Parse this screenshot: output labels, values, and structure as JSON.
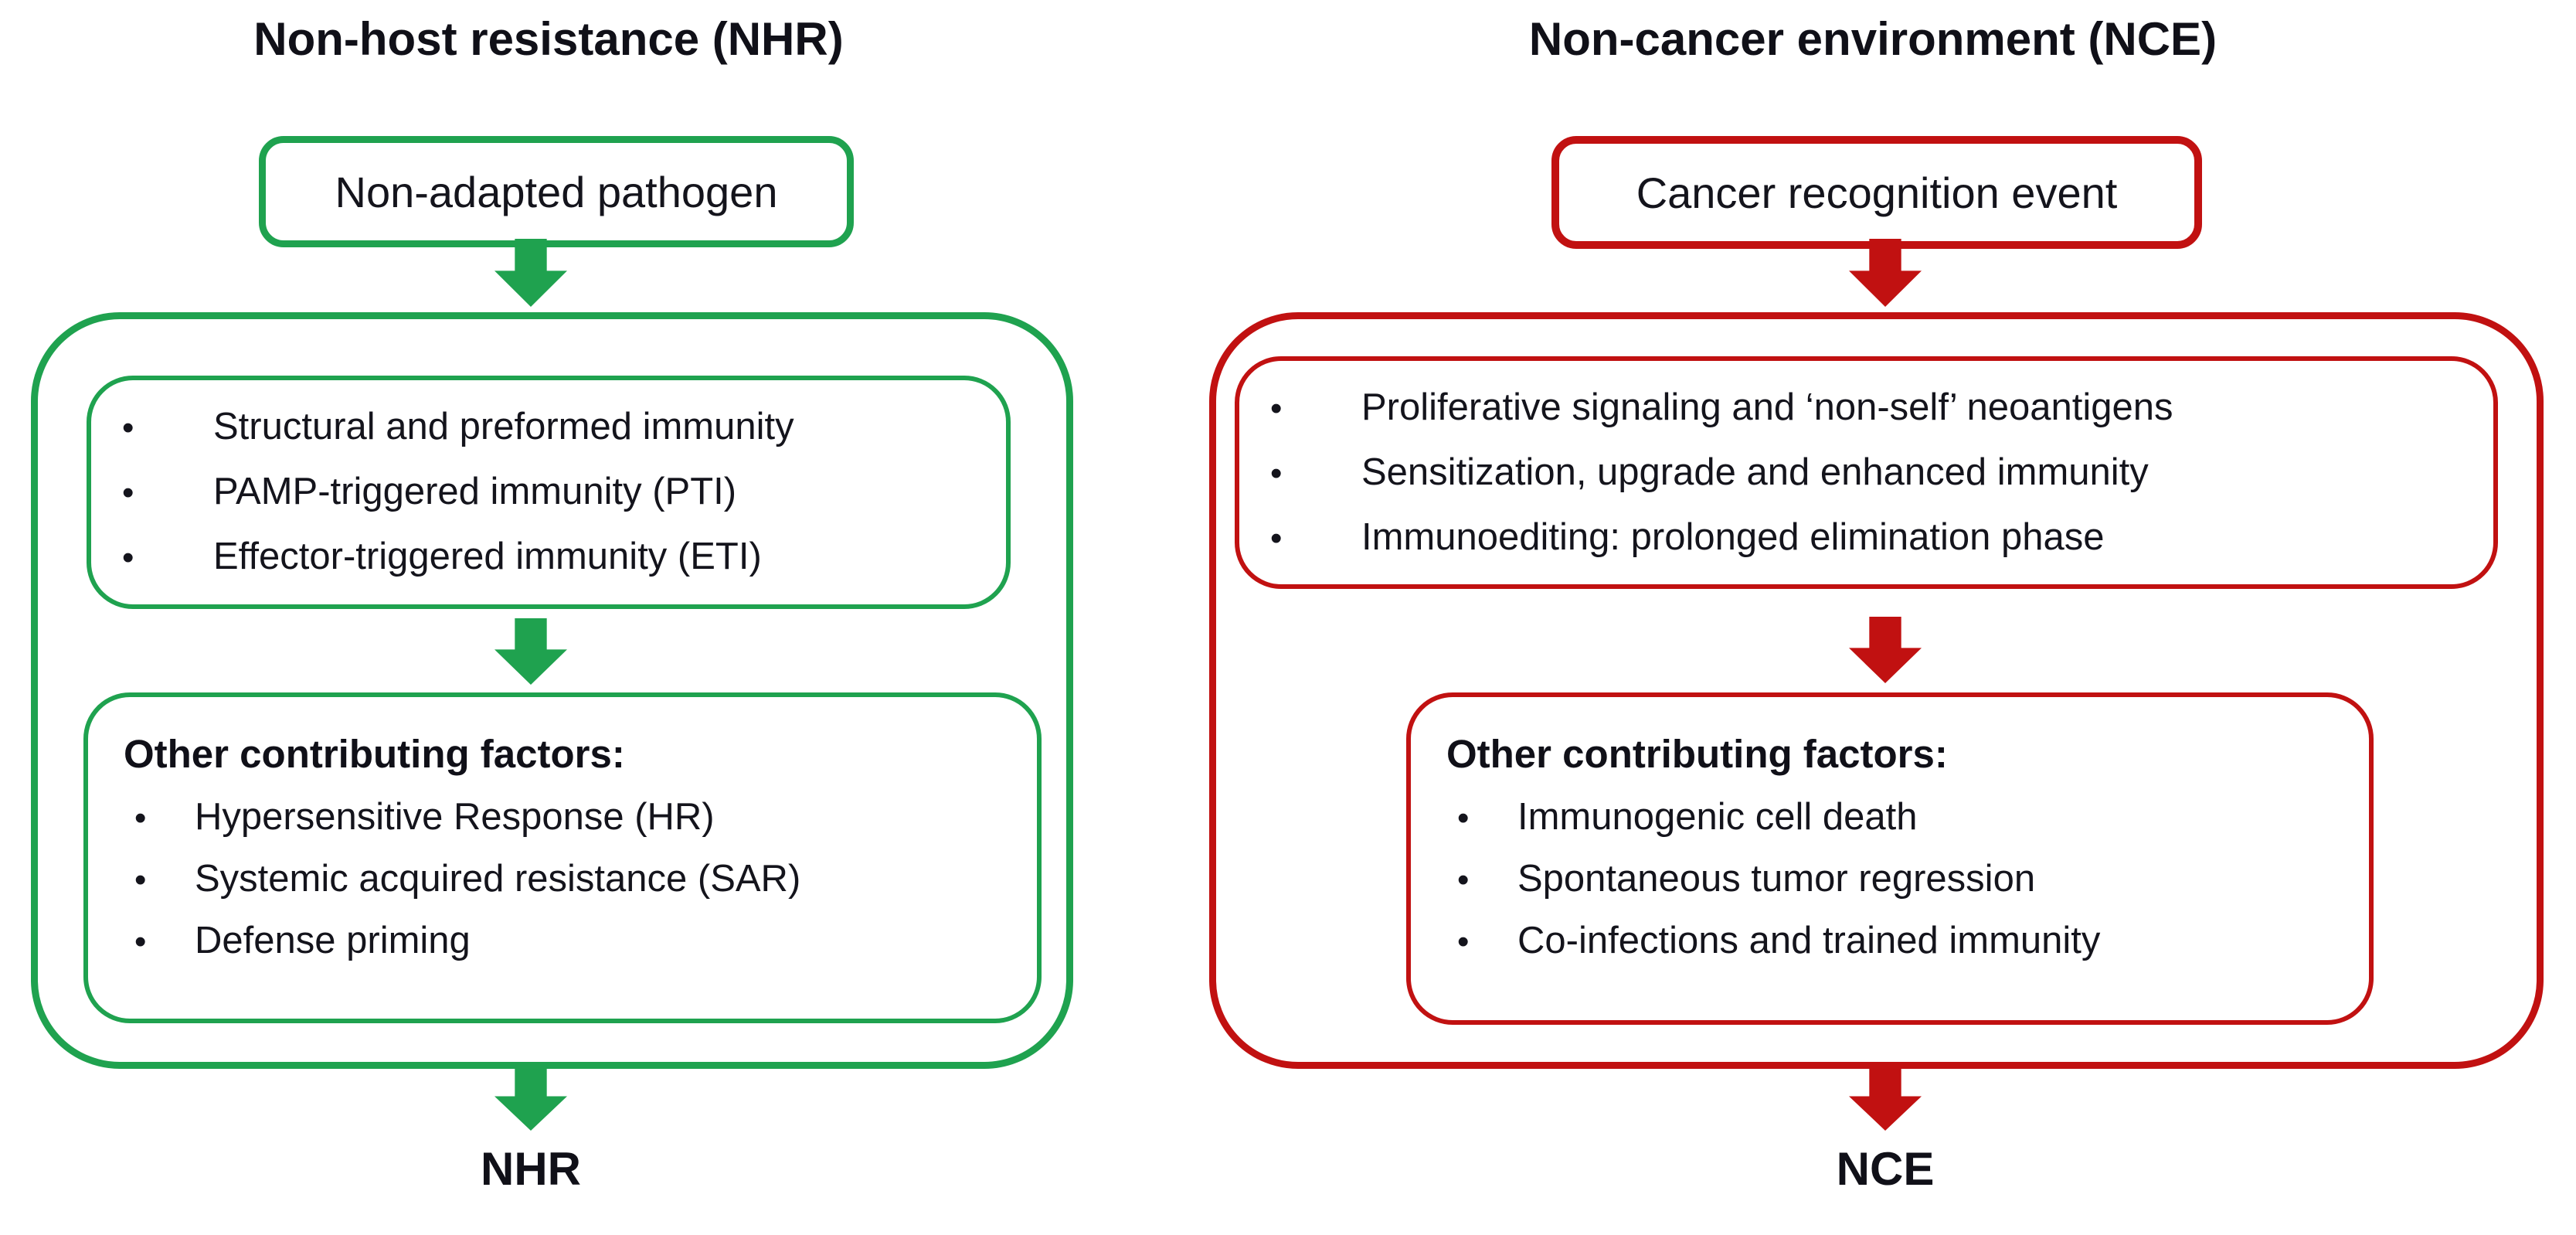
{
  "colors": {
    "green": "#1fa24f",
    "red": "#c11111",
    "text": "#14141c",
    "background": "#ffffff"
  },
  "left": {
    "title": "Non-host resistance (NHR)",
    "source_box": "Non-adapted pathogen",
    "mechanisms": [
      "Structural and preformed immunity",
      "PAMP-triggered immunity (PTI)",
      "Effector-triggered immunity (ETI)"
    ],
    "factors_heading": "Other contributing factors:",
    "factors": [
      "Hypersensitive Response (HR)",
      "Systemic acquired resistance (SAR)",
      "Defense priming"
    ],
    "outcome": "NHR",
    "bullet_glyph": "•"
  },
  "right": {
    "title": "Non-cancer environment (NCE)",
    "source_box": "Cancer recognition event",
    "mechanisms": [
      "Proliferative signaling and ‘non-self’ neoantigens",
      "Sensitization, upgrade and enhanced immunity",
      "Immunoediting: prolonged elimination phase"
    ],
    "factors_heading": "Other contributing factors:",
    "factors": [
      "Immunogenic cell death",
      "Spontaneous tumor regression",
      "Co-infections and trained immunity"
    ],
    "outcome": "NCE",
    "bullet_glyph": "•"
  }
}
